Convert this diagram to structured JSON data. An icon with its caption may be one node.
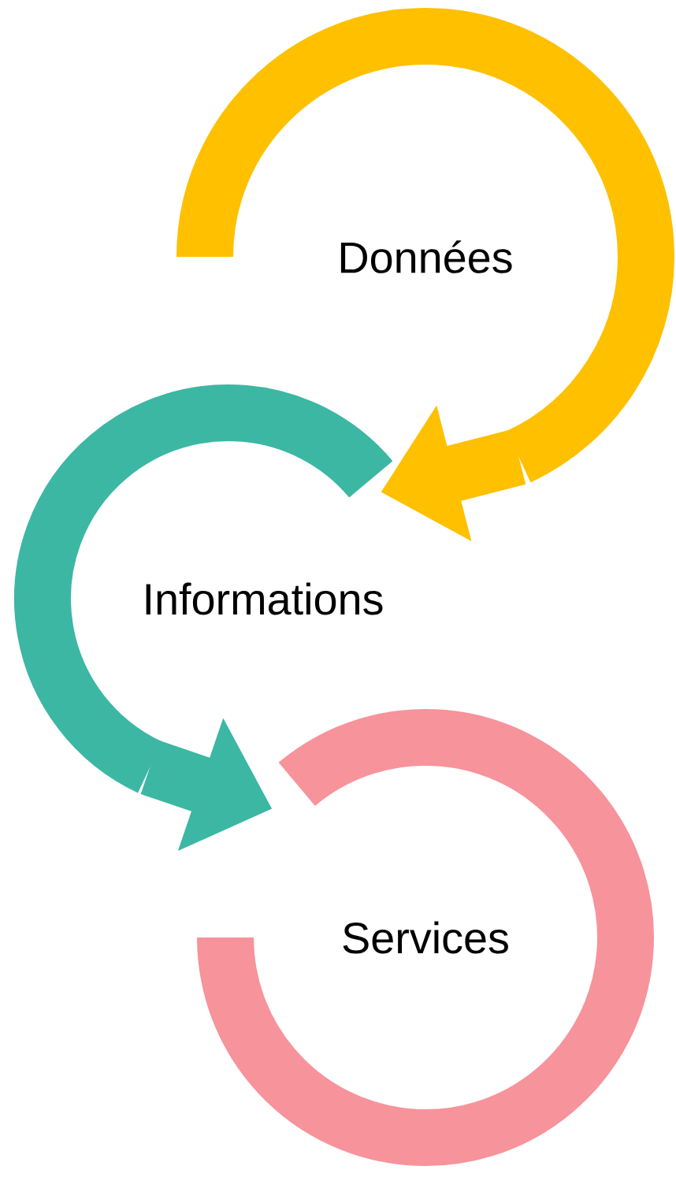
{
  "diagram": {
    "nodes": [
      {
        "text": [
          "Données"
        ]
      },
      {
        "text": [
          "Informations"
        ]
      },
      {
        "text": [
          "Services"
        ]
      }
    ],
    "edges": [
      {
        "from": 0,
        "to": 1,
        "arrow": "to",
        "color": "#ffc000"
      },
      {
        "from": 1,
        "to": 2,
        "arrow": "to",
        "color": "#3cb7a3"
      }
    ]
  }
}
